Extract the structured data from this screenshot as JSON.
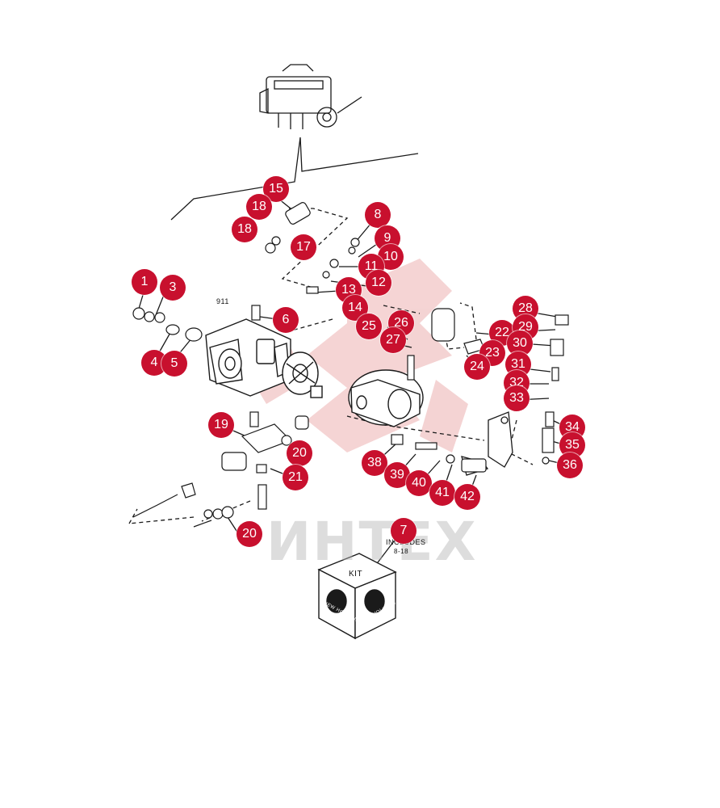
{
  "diagram": {
    "callouts": [
      "1",
      "3",
      "4",
      "5",
      "6",
      "7",
      "8",
      "9",
      "10",
      "11",
      "12",
      "13",
      "14",
      "15",
      "17",
      "18",
      "18",
      "19",
      "20",
      "20",
      "21",
      "22",
      "23",
      "24",
      "25",
      "26",
      "27",
      "28",
      "29",
      "30",
      "31",
      "32",
      "33",
      "34",
      "35",
      "36",
      "38",
      "39",
      "40",
      "41",
      "42"
    ],
    "pump_label": "911",
    "kit": {
      "label": "KIT",
      "includes_line1": "INCLUDES",
      "includes_line2": "8-18",
      "brand_left": "NEW HOLLAND",
      "brand_right": "NEW HOLLAND"
    },
    "watermark": "ИНТЕХ"
  },
  "colors": {
    "callout_fill": "#c8102e",
    "callout_text": "#ffffff",
    "line_art": "#1a1a1a",
    "watermark": "#e8a0a0"
  }
}
